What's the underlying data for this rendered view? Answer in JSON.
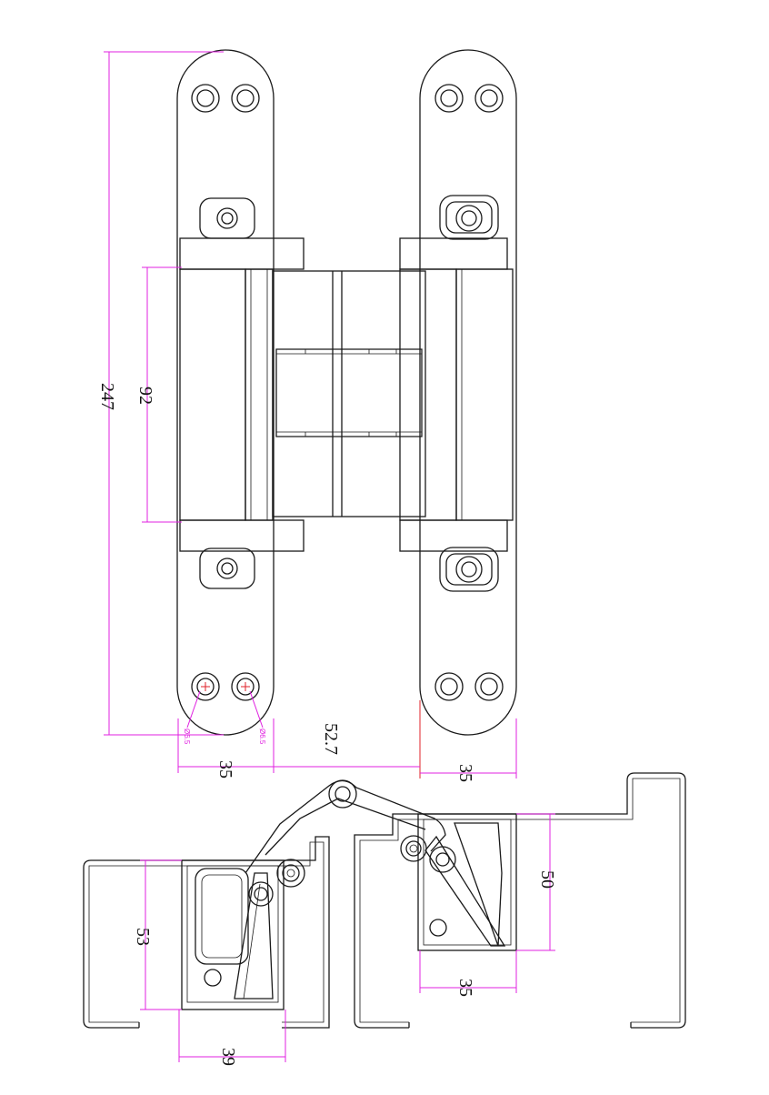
{
  "dimensions": {
    "overall_length": "247",
    "body_length": "92",
    "door_leaf_width": "35",
    "frame_leaf_width": "35",
    "open_projection": "52.7",
    "frame_pocket_depth": "50",
    "frame_body_width": "35",
    "door_pocket_depth": "53",
    "door_body_width": "39",
    "hole_dia_left": "Ø6.5",
    "hole_dia_right": "Ø6.5"
  },
  "colors": {
    "outline": "#1a1a1a",
    "dimension": "#e020e0",
    "center": "#e0202a"
  }
}
